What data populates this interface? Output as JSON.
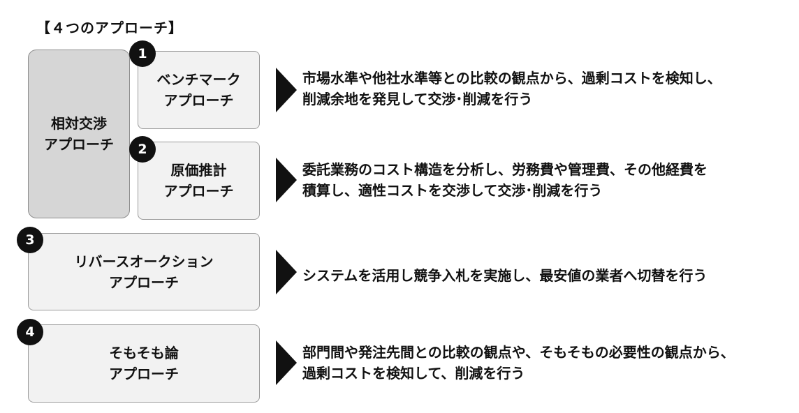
{
  "title": "【４つのアプローチ】",
  "main_box": {
    "label": "相対交渉\nアプローチ"
  },
  "approaches": [
    {
      "number": "1",
      "label": "ベンチマーク\nアプローチ",
      "description": "市場水準や他社水準等との比較の観点から、過剰コストを検知し、\n削減余地を発見して交渉･削減を行う"
    },
    {
      "number": "2",
      "label": "原価推計\nアプローチ",
      "description": "委託業務のコスト構造を分析し、労務費や管理費、その他経費を\n積算し、適性コストを交渉して交渉･削減を行う"
    },
    {
      "number": "3",
      "label": "リバースオークション\nアプローチ",
      "description": "システムを活用し競争入札を実施し、最安値の業者へ切替を行う"
    },
    {
      "number": "4",
      "label": "そもそも論\nアプローチ",
      "description": "部門間や発注先間との比較の観点や、そもそもの必要性の観点から、\n過剰コストを検知して、削減を行う"
    }
  ]
}
